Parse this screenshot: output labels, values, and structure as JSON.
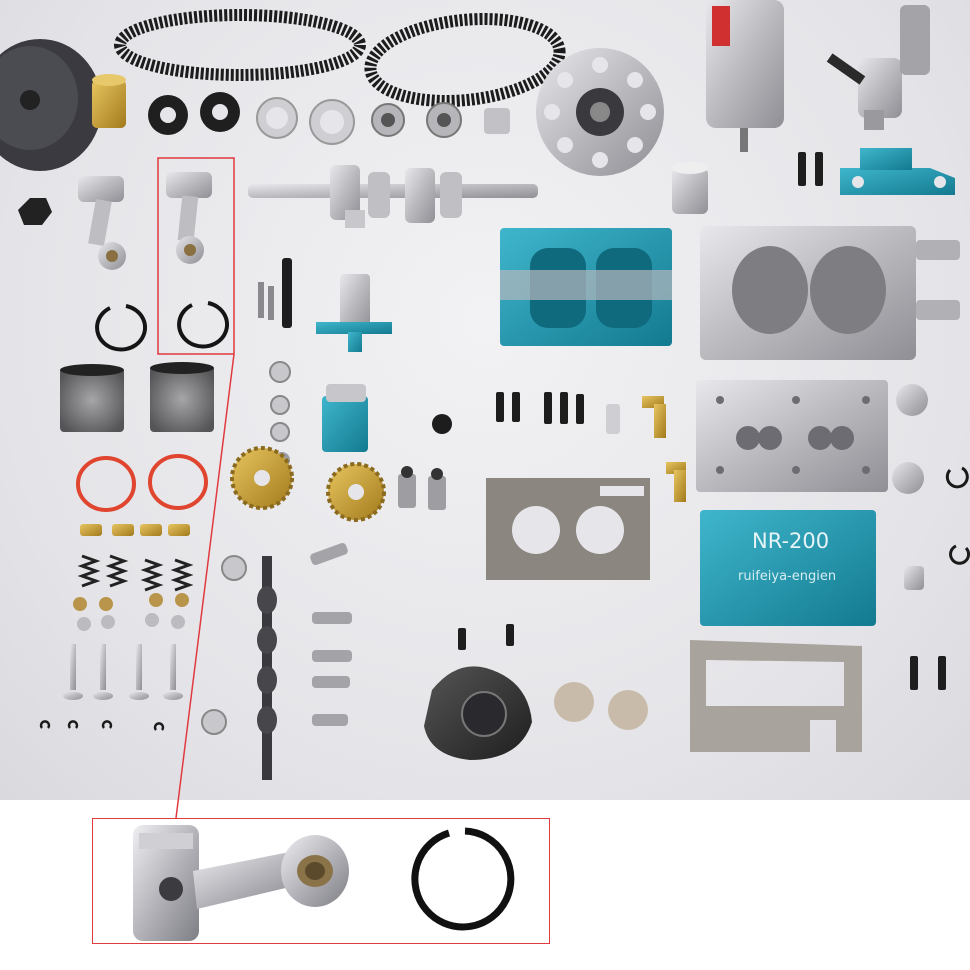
{
  "image": {
    "subject": "Exploded kit of parts for a two-cylinder model engine on a white foam background, with a red highlight box around one piston/connecting-rod and piston ring, magnified in a callout below",
    "engraving": {
      "model": "NR-200",
      "brand": "ruifeiya-engien"
    },
    "colors": {
      "highlight": "#e0393e",
      "background": "#e6e6ea",
      "teal_parts": "#1f98b0",
      "aluminum": "#c4c4c8",
      "brass": "#c9a23a",
      "oring": "#e0452f"
    }
  }
}
